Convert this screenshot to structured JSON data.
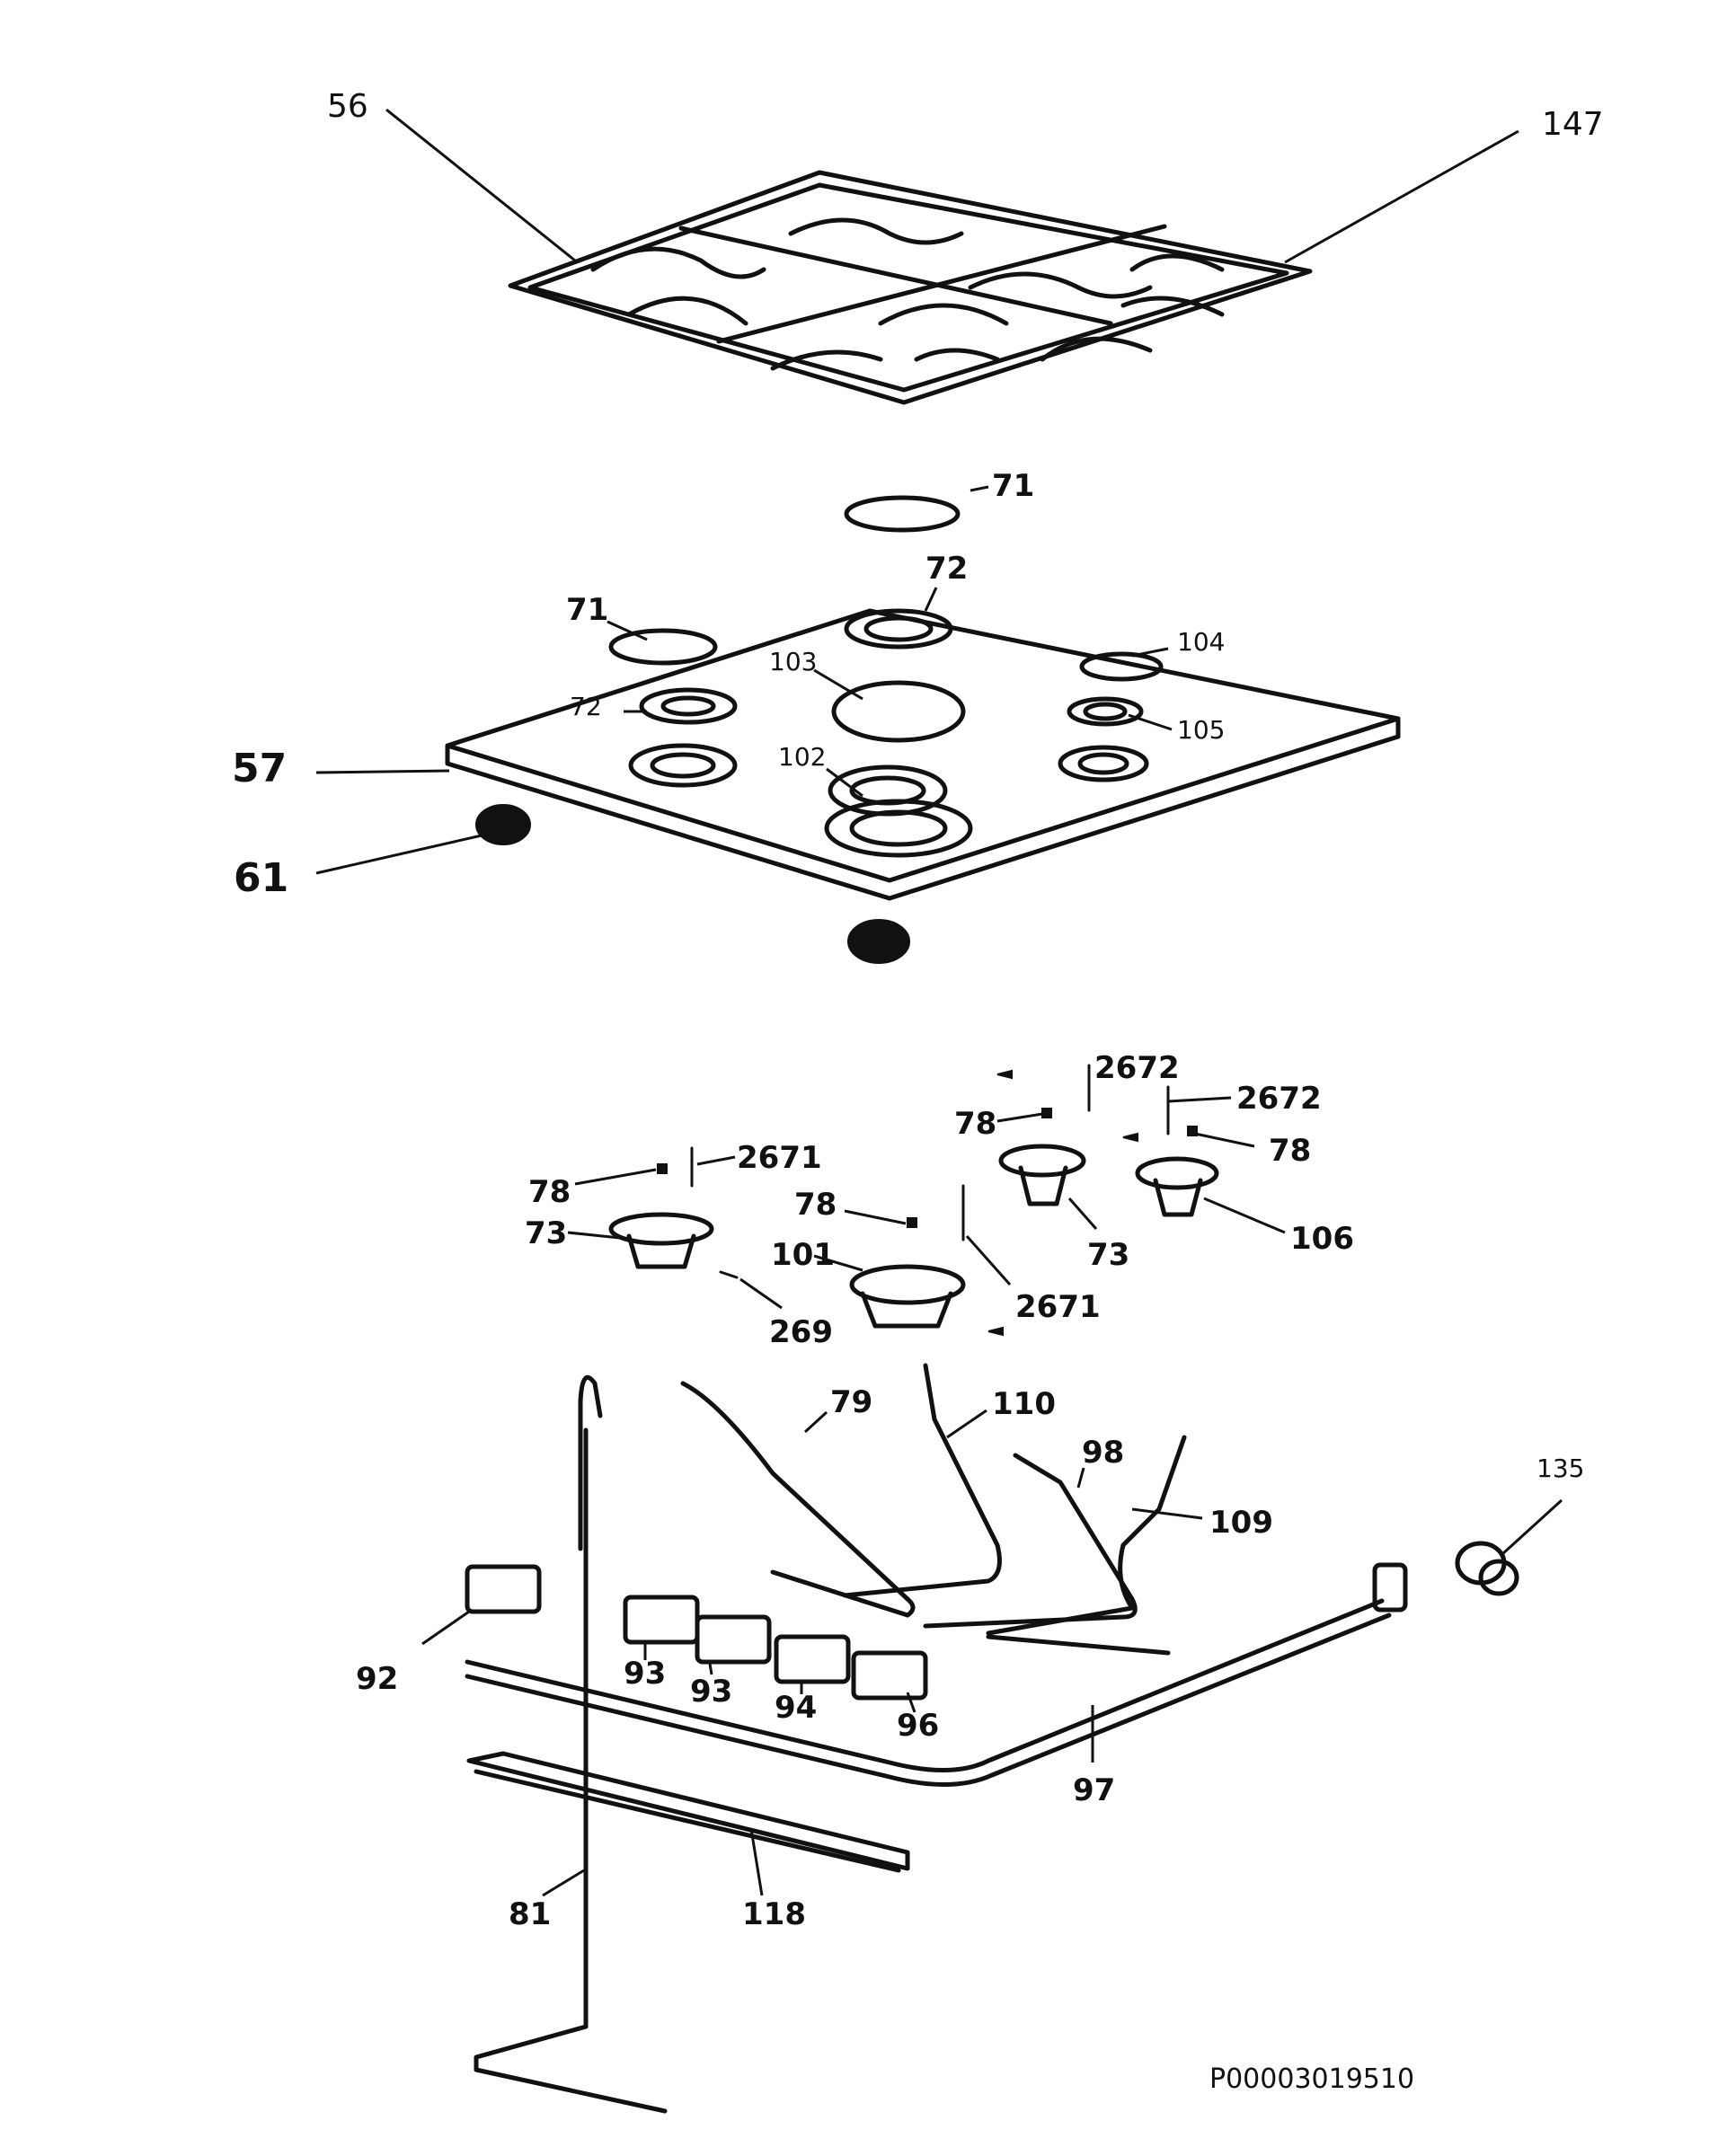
{
  "diagram": {
    "reference_code": "P00003019510",
    "labels": {
      "l56": "56",
      "l147": "147",
      "l71a": "71",
      "l72a": "72",
      "l71b": "71",
      "l104": "104",
      "l103": "103",
      "l72b": "72",
      "l105": "105",
      "l57": "57",
      "l102": "102",
      "l61": "61",
      "l2672a": "2672",
      "l2672b": "2672",
      "l78a": "78",
      "l78b": "78",
      "l2671a": "2671",
      "l78c": "78",
      "l78d": "78",
      "l73a": "73",
      "l73b": "73",
      "l106": "106",
      "l101": "101",
      "l2671b": "2671",
      "l269": "269",
      "l79": "79",
      "l110": "110",
      "l98": "98",
      "l109": "109",
      "l135": "135",
      "l92": "92",
      "l93a": "93",
      "l93b": "93",
      "l94": "94",
      "l96": "96",
      "l97": "97",
      "l81": "81",
      "l118": "118"
    }
  }
}
